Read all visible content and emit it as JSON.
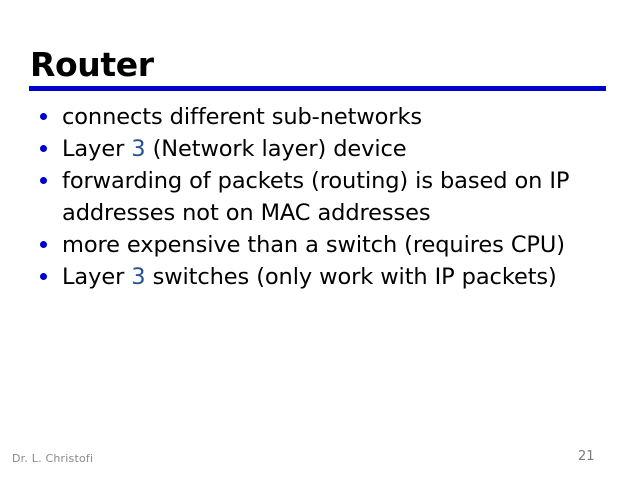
{
  "slide": {
    "title": "Router",
    "accent_color": "#0000CC",
    "highlight_color": "#23538F",
    "bullet_color": "#0000CC",
    "text_color": "#000000",
    "background_color": "#ffffff",
    "bullets": [
      {
        "id": "bullet-1",
        "parts": [
          {
            "text": "connects different sub-networks",
            "style": "normal"
          }
        ]
      },
      {
        "id": "bullet-2",
        "parts": [
          {
            "text": "Layer ",
            "style": "normal"
          },
          {
            "text": "3",
            "style": "blue"
          },
          {
            "text": " (Network layer) device",
            "style": "normal"
          }
        ]
      },
      {
        "id": "bullet-3",
        "parts": [
          {
            "text": "forwarding of packets (routing) is based on IP addresses not on MAC addresses",
            "style": "normal"
          }
        ]
      },
      {
        "id": "bullet-4",
        "parts": [
          {
            "text": "more expensive than a switch (requires CPU)",
            "style": "normal"
          }
        ]
      },
      {
        "id": "bullet-5",
        "parts": [
          {
            "text": "Layer ",
            "style": "normal"
          },
          {
            "text": "3",
            "style": "blue"
          },
          {
            "text": " switches (only work with IP packets)",
            "style": "normal"
          }
        ]
      }
    ]
  },
  "footer": {
    "author": "Dr. L. Christofi",
    "page_number": "21"
  }
}
